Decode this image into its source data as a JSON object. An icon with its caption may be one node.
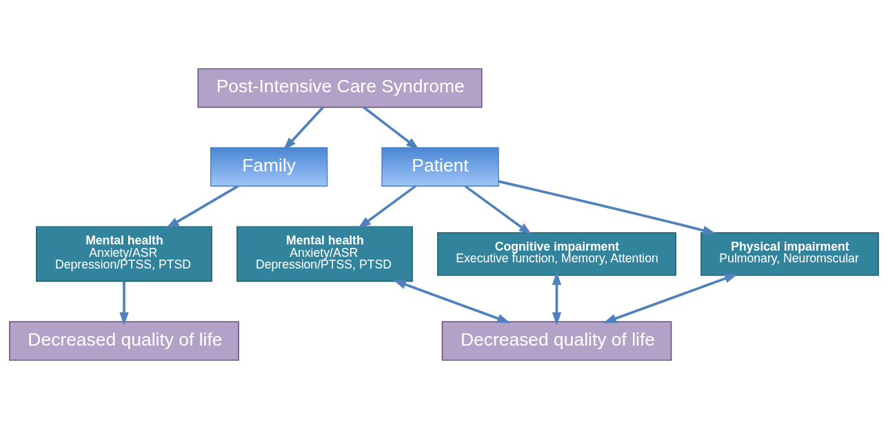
{
  "diagram": {
    "nodes": [
      {
        "text": [
          "Post-Intensive Care Syndrome"
        ]
      },
      {
        "text": [
          "Family"
        ]
      },
      {
        "text": [
          "Patient"
        ]
      },
      {
        "text": [
          "Mental health",
          "Anxiety/ASR",
          "Depression/PTSS, PTSD"
        ]
      },
      {
        "text": [
          "Mental health",
          "Anxiety/ASR",
          "Depression/PTSS, PTSD"
        ]
      },
      {
        "text": [
          "Cognitive impairment",
          "Executive function, Memory, Attention"
        ]
      },
      {
        "text": [
          "Physical impairment",
          "Pulmonary, Neuromscular"
        ]
      },
      {
        "text": [
          "Decreased quality of life"
        ]
      },
      {
        "text": [
          "Decreased quality of life"
        ]
      }
    ],
    "edges": [
      {
        "from": 0,
        "to": 1,
        "arrow": "to"
      },
      {
        "from": 0,
        "to": 2,
        "arrow": "to"
      },
      {
        "from": 1,
        "to": 3,
        "arrow": "to"
      },
      {
        "from": 3,
        "to": 7,
        "arrow": "to"
      },
      {
        "from": 2,
        "to": 4,
        "arrow": "to"
      },
      {
        "from": 2,
        "to": 5,
        "arrow": "to"
      },
      {
        "from": 2,
        "to": 6,
        "arrow": "to"
      },
      {
        "from": 8,
        "to": 4,
        "arrow": "both"
      },
      {
        "from": 8,
        "to": 5,
        "arrow": "both"
      },
      {
        "from": 8,
        "to": 6,
        "arrow": "both"
      }
    ]
  }
}
